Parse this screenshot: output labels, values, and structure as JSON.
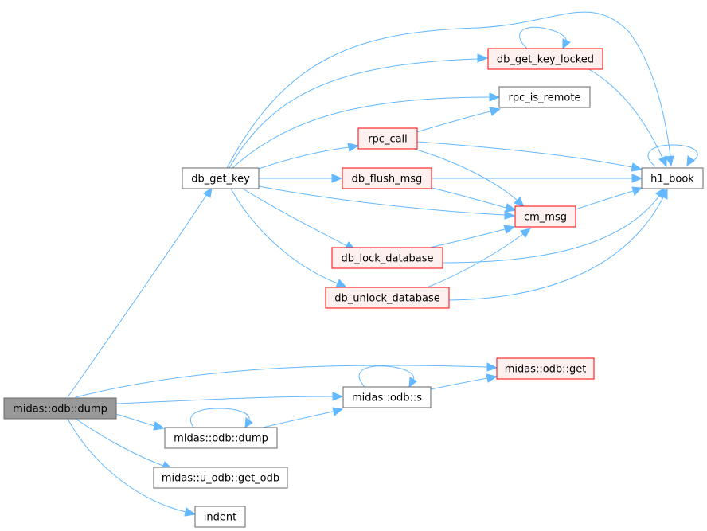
{
  "colors": {
    "edge": "#63b8ff",
    "root_fill": "#999999",
    "root_border": "#666666",
    "normal_fill": "#ffffff",
    "normal_border": "#666666",
    "linked_fill": "#fff0f0",
    "linked_border": "#ff0000",
    "text": "#000000"
  },
  "nodes": {
    "midas_odb_dump_root": {
      "label": "midas::odb::dump",
      "kind": "root"
    },
    "db_get_key": {
      "label": "db_get_key",
      "kind": "normal"
    },
    "db_get_key_locked": {
      "label": "db_get_key_locked",
      "kind": "linked"
    },
    "rpc_is_remote": {
      "label": "rpc_is_remote",
      "kind": "normal"
    },
    "rpc_call": {
      "label": "rpc_call",
      "kind": "linked"
    },
    "db_flush_msg": {
      "label": "db_flush_msg",
      "kind": "linked"
    },
    "cm_msg": {
      "label": "cm_msg",
      "kind": "linked"
    },
    "h1_book": {
      "label": "h1_book",
      "kind": "normal"
    },
    "db_lock_database": {
      "label": "db_lock_database",
      "kind": "linked"
    },
    "db_unlock_database": {
      "label": "db_unlock_database",
      "kind": "linked"
    },
    "midas_odb_get": {
      "label": "midas::odb::get",
      "kind": "linked"
    },
    "midas_odb_s": {
      "label": "midas::odb::s",
      "kind": "normal"
    },
    "midas_odb_dump": {
      "label": "midas::odb::dump",
      "kind": "normal"
    },
    "midas_u_odb_get_odb": {
      "label": "midas::u_odb::get_odb",
      "kind": "normal"
    },
    "indent": {
      "label": "indent",
      "kind": "normal"
    }
  },
  "edges": [
    [
      "midas_odb_dump_root",
      "db_get_key"
    ],
    [
      "midas_odb_dump_root",
      "midas_odb_get"
    ],
    [
      "midas_odb_dump_root",
      "midas_odb_s"
    ],
    [
      "midas_odb_dump_root",
      "midas_odb_dump"
    ],
    [
      "midas_odb_dump_root",
      "midas_u_odb_get_odb"
    ],
    [
      "midas_odb_dump_root",
      "indent"
    ],
    [
      "db_get_key",
      "h1_book"
    ],
    [
      "db_get_key",
      "db_get_key_locked"
    ],
    [
      "db_get_key",
      "rpc_is_remote"
    ],
    [
      "db_get_key",
      "rpc_call"
    ],
    [
      "db_get_key",
      "db_flush_msg"
    ],
    [
      "db_get_key",
      "cm_msg"
    ],
    [
      "db_get_key",
      "db_lock_database"
    ],
    [
      "db_get_key",
      "db_unlock_database"
    ],
    [
      "db_get_key_locked",
      "db_get_key_locked"
    ],
    [
      "db_get_key_locked",
      "h1_book"
    ],
    [
      "rpc_call",
      "rpc_is_remote"
    ],
    [
      "rpc_call",
      "h1_book"
    ],
    [
      "rpc_call",
      "cm_msg"
    ],
    [
      "db_flush_msg",
      "h1_book"
    ],
    [
      "db_flush_msg",
      "cm_msg"
    ],
    [
      "cm_msg",
      "h1_book"
    ],
    [
      "h1_book",
      "h1_book"
    ],
    [
      "db_lock_database",
      "cm_msg"
    ],
    [
      "db_lock_database",
      "h1_book"
    ],
    [
      "db_unlock_database",
      "cm_msg"
    ],
    [
      "db_unlock_database",
      "h1_book"
    ],
    [
      "midas_odb_s",
      "midas_odb_s"
    ],
    [
      "midas_odb_s",
      "midas_odb_get"
    ],
    [
      "midas_odb_dump",
      "midas_odb_dump"
    ],
    [
      "midas_odb_dump",
      "midas_odb_s"
    ]
  ]
}
